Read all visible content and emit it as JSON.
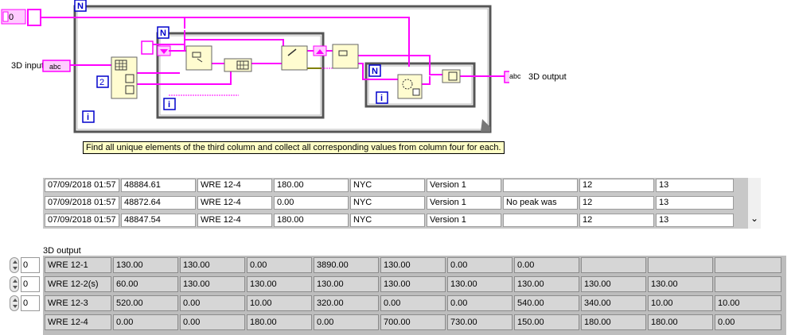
{
  "diagram": {
    "numeric_constant": "0",
    "constant_two": "2",
    "loop_count_label": "N",
    "loop_index_label": "i",
    "input_label": "3D input",
    "output_label": "3D output",
    "string_terminal": "abc",
    "comment": "Find all unique elements of the third column and collect all corresponding values from column four for each."
  },
  "input_table": {
    "rows": [
      [
        "07/09/2018 01:57",
        "48884.61",
        "WRE 12-4",
        "180.00",
        "NYC",
        "Version 1",
        "",
        "12",
        "13"
      ],
      [
        "07/09/2018 01:57",
        "48872.64",
        "WRE 12-4",
        "0.00",
        "NYC",
        "Version 1",
        "No peak was",
        "12",
        "13"
      ],
      [
        "07/09/2018 01:57",
        "48847.54",
        "WRE 12-4",
        "180.00",
        "NYC",
        "Version 1",
        "",
        "12",
        "13"
      ]
    ],
    "scroll_glyph": "⌄"
  },
  "output_table": {
    "label": "3D output",
    "index_values": [
      "0",
      "0",
      "0"
    ],
    "rows": [
      [
        "WRE 12-1",
        "130.00",
        "130.00",
        "0.00",
        "3890.00",
        "130.00",
        "0.00",
        "0.00",
        "",
        "",
        ""
      ],
      [
        "WRE 12-2(s)",
        "60.00",
        "130.00",
        "130.00",
        "130.00",
        "130.00",
        "130.00",
        "130.00",
        "130.00",
        "130.00",
        ""
      ],
      [
        "WRE 12-3",
        "520.00",
        "0.00",
        "10.00",
        "320.00",
        "0.00",
        "0.00",
        "540.00",
        "340.00",
        "10.00",
        "10.00"
      ],
      [
        "WRE 12-4",
        "0.00",
        "0.00",
        "180.00",
        "0.00",
        "700.00",
        "730.00",
        "150.00",
        "180.00",
        "180.00",
        "0.00"
      ]
    ]
  },
  "colors": {
    "string_wire": "#ff00ff",
    "loop_border": "#555555",
    "index_blue": "#0000cc",
    "node_yellow": "#fffcd0",
    "comment_bg": "#ffffc6"
  }
}
